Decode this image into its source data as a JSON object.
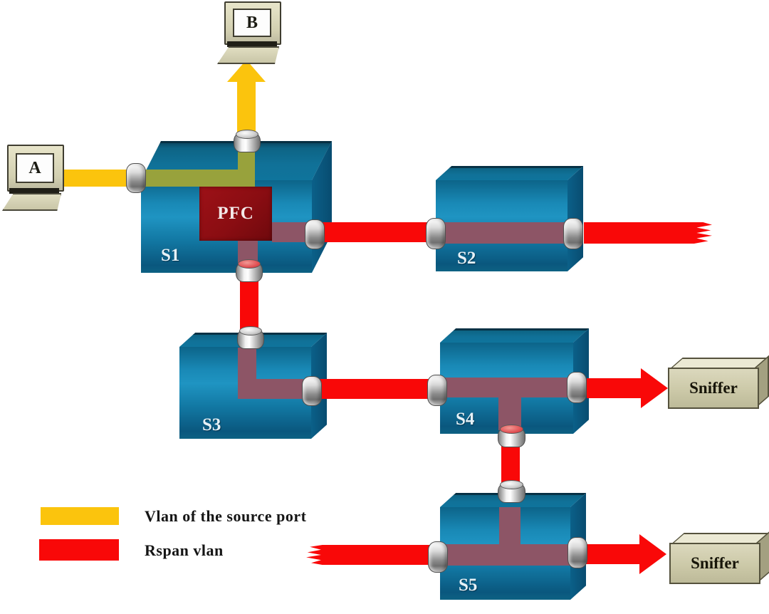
{
  "diagram": {
    "type": "network-topology-rspan",
    "computers": [
      {
        "label": "A"
      },
      {
        "label": "B"
      }
    ],
    "switches": [
      {
        "label": "S1"
      },
      {
        "label": "S2"
      },
      {
        "label": "S3"
      },
      {
        "label": "S4"
      },
      {
        "label": "S5"
      }
    ],
    "pfc": {
      "label": "PFC"
    },
    "sniffers": [
      {
        "label": "Sniffer"
      },
      {
        "label": "Sniffer"
      }
    ],
    "legend": {
      "items": [
        {
          "label": "Vlan of the source port",
          "color": "#FBC40D"
        },
        {
          "label": "Rspan vlan",
          "color": "#F90808"
        }
      ]
    },
    "colors": {
      "source_vlan_yellow": "#FBC40D",
      "rspan_red": "#F90808",
      "switch_blue": "#1180AA",
      "inside_rspan_muted": "#8D5566",
      "inside_source_olive": "#98A23C",
      "pfc_dark_red": "#8E0E12",
      "sniffer_beige": "#CCC9A8"
    }
  }
}
